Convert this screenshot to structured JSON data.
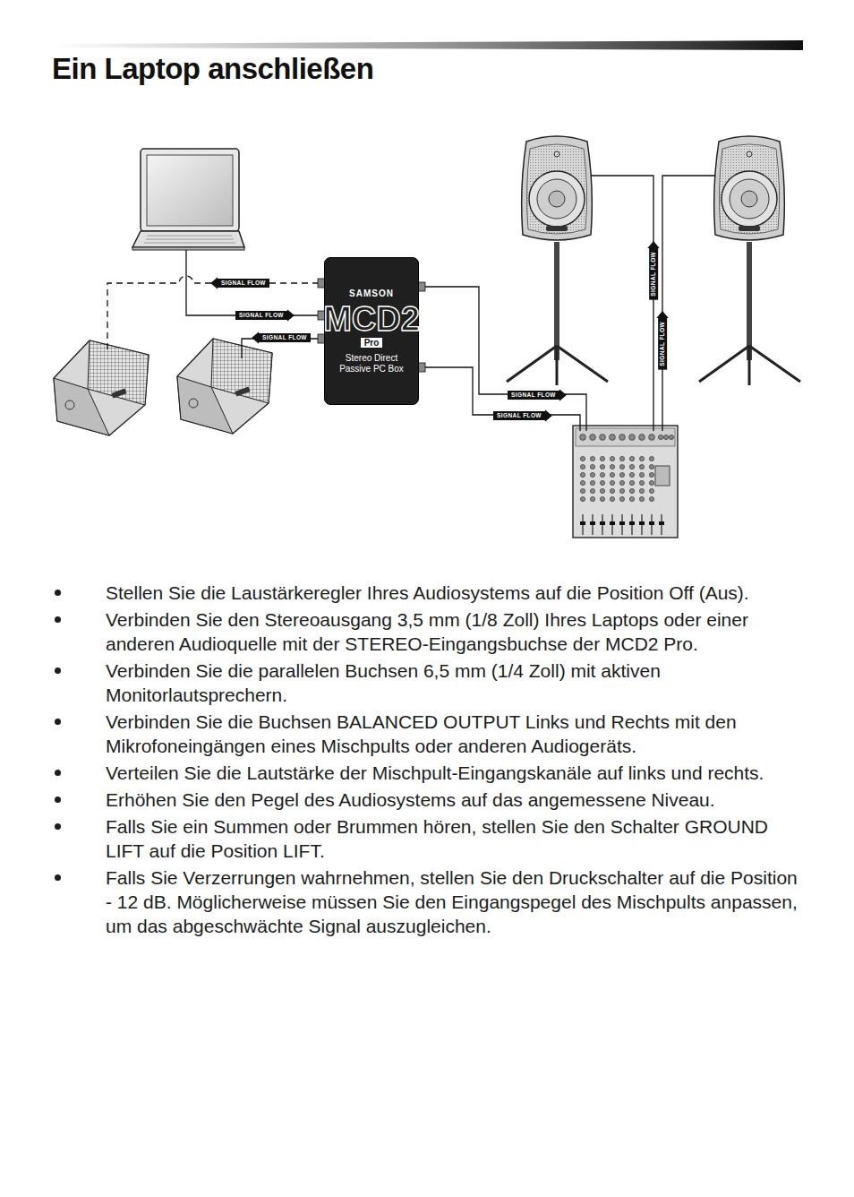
{
  "diagram": {
    "title": "Ein Laptop anschließen",
    "nodes": [
      {
        "text": [
          "SAMSON",
          "MCD2",
          "Pro",
          "Stereo Direct Passive PC Box"
        ]
      }
    ],
    "labels": [
      "SIGNAL FLOW",
      "SIGNAL FLOW",
      "SIGNAL FLOW",
      "SIGNAL FLOW",
      "SIGNAL FLOW",
      "SIGNAL FLOW",
      "SIGNAL FLOW",
      "Stellen Sie die Laustärkeregler Ihres Audiosystems auf die Position Off (Aus).",
      "Verbinden Sie den Stereoausgang 3,5 mm (1/8 Zoll) Ihres Laptops oder einer anderen Audioquelle mit der STEREO-Eingangsbuchse der MCD2 Pro.",
      "Verbinden Sie die parallelen Buchsen 6,5 mm (1/4 Zoll) mit aktiven Monitorlautsprechern.",
      "Verbinden Sie die Buchsen BALANCED OUTPUT Links und Rechts mit den Mikrofoneingängen eines Mischpults oder anderen Audiogeräts.",
      "Verteilen Sie die Lautstärke der Mischpult-Eingangskanäle auf links und rechts.",
      "Erhöhen Sie den Pegel des Audiosystems auf das angemessene Niveau.",
      "Falls Sie ein Summen oder Brummen hören, stellen Sie den Schalter GROUND LIFT auf die Position LIFT.",
      "Falls Sie Verzerrungen wahrnehmen, stellen Sie den Druckschalter auf die Position - 12 dB. Möglicherweise müssen Sie den Eingangspegel des Mischpults anpassen, um das abgeschwächte Signal auszugleichen."
    ]
  }
}
